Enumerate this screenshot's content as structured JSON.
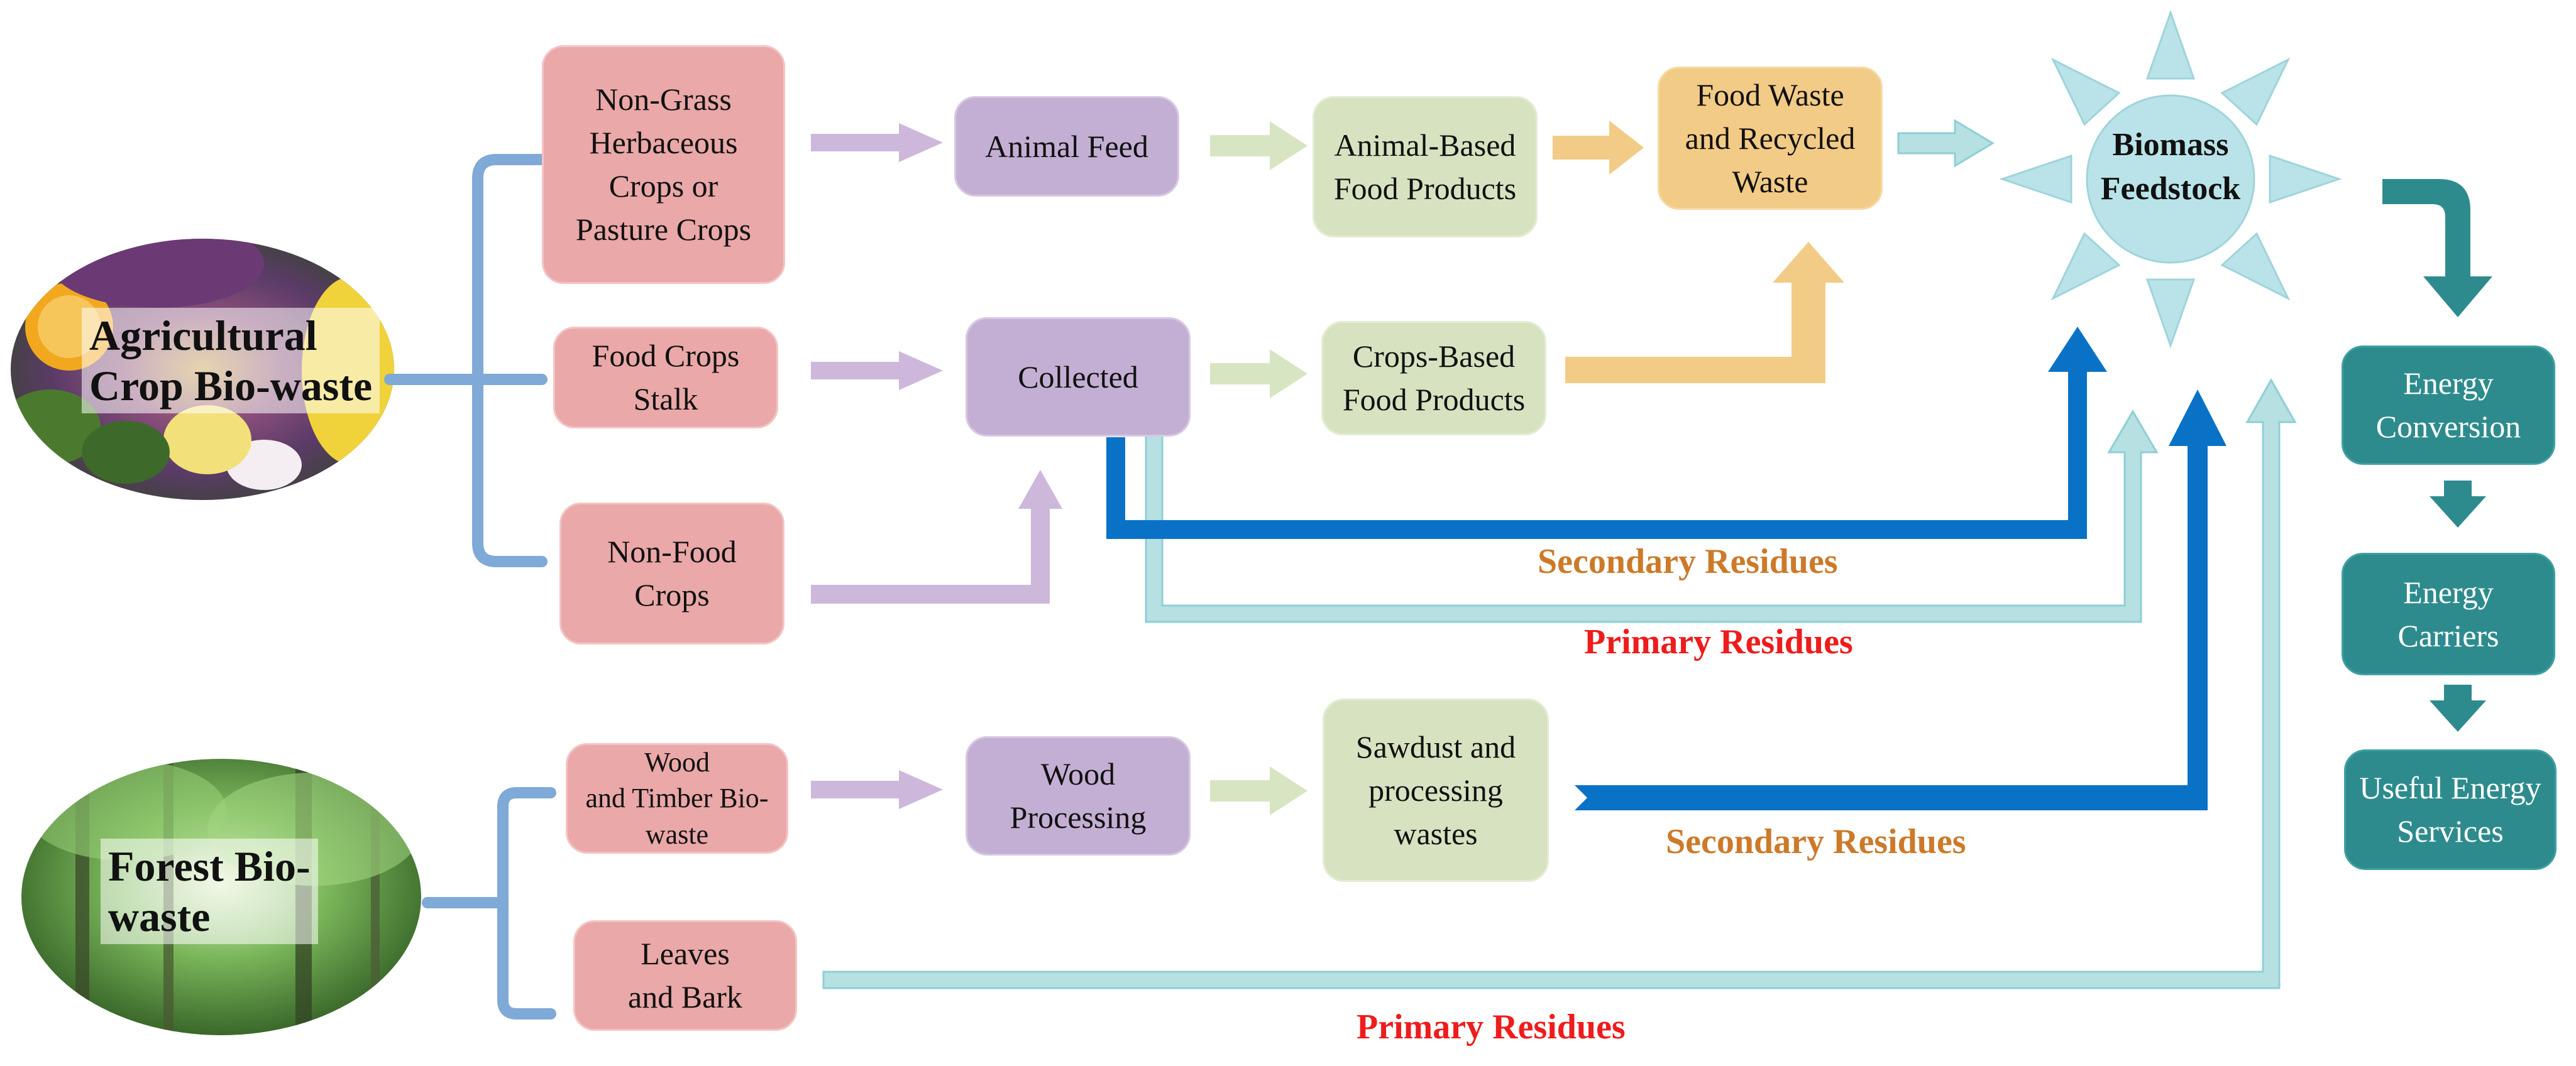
{
  "sources": {
    "agricultural": "Agricultural\nCrop Bio-waste",
    "forest": "Forest Bio-\nwaste"
  },
  "boxes": {
    "non_grass": "Non-Grass\nHerbaceous\nCrops or\nPasture Crops",
    "food_crops_stalk": "Food Crops\nStalk",
    "non_food_crops": "Non-Food\nCrops",
    "animal_feed": "Animal Feed",
    "collected": "Collected",
    "animal_based": "Animal-Based\nFood Products",
    "crops_based": "Crops-Based\nFood Products",
    "food_waste": "Food Waste\nand Recycled\nWaste",
    "wood_timber": "Wood\nand Timber Bio-\nwaste",
    "leaves_bark": "Leaves\nand Bark",
    "wood_processing": "Wood\nProcessing",
    "sawdust": "Sawdust and\nprocessing\nwastes"
  },
  "biomass": "Biomass\nFeedstock",
  "energy_chain": [
    "Energy\nConversion",
    "Energy\nCarriers",
    "Useful Energy\nServices"
  ],
  "residue_labels": {
    "secondary_top": "Secondary Residues",
    "primary_top": "Primary Residues",
    "secondary_bottom": "Secondary Residues",
    "primary_bottom": "Primary Residues"
  },
  "colors": {
    "bracket": "#7fa9d6",
    "purple_arrow": "#cdb8dc",
    "green_arrow": "#d8e5c2",
    "orange_arrow": "#f2cb86",
    "secondary_flow": "#0a72c6",
    "primary_flow": "#b7e0e3",
    "sun": "#b9e3e8",
    "energy": "#2e8b8d",
    "secondary_label": "#cc7a2a",
    "primary_label": "#ee1c1c"
  }
}
